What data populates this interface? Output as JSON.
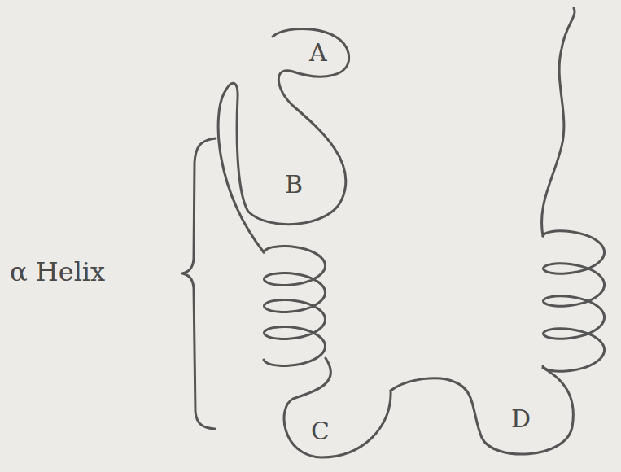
{
  "diagram": {
    "labels": [
      "A",
      "B",
      "α Helix",
      "C",
      "D"
    ]
  }
}
